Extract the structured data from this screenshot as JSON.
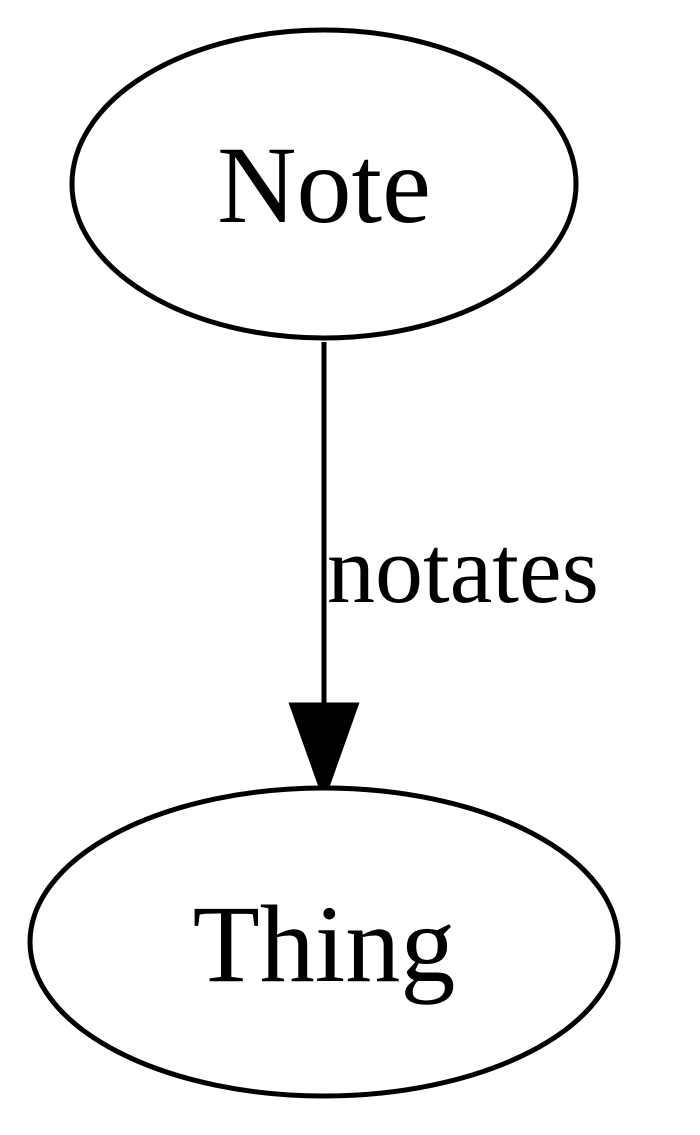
{
  "diagram": {
    "type": "directed-graph",
    "nodes": [
      {
        "id": "note",
        "label": "Note",
        "shape": "ellipse"
      },
      {
        "id": "thing",
        "label": "Thing",
        "shape": "ellipse"
      }
    ],
    "edges": [
      {
        "from": "note",
        "to": "thing",
        "label": "notates"
      }
    ]
  }
}
